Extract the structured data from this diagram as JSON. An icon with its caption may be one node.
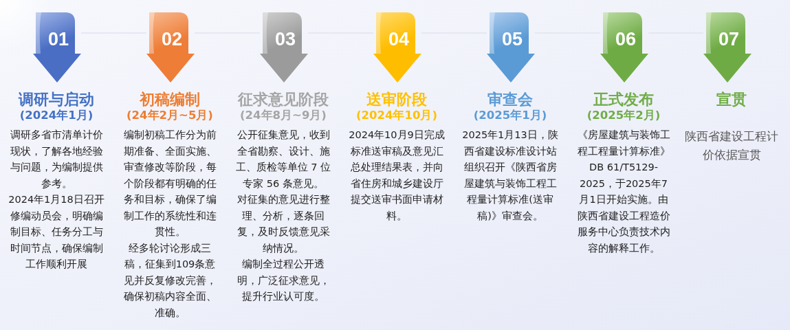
{
  "diagram": {
    "nodes": [
      {
        "text": [
          "01"
        ],
        "beside": [
          "调研与启动",
          "(2024年1月)",
          "调研多省市清单计价现状，了解各地经验与问题，为编制提供参考。",
          "2024年1月18日召开修编动员会，明确编制目标、任务分工与时间节点，确保编制工作顺利开展"
        ]
      },
      {
        "text": [
          "02"
        ],
        "beside": [
          "初稿编制",
          "(24年2月~5月)",
          "编制初稿工作分为前期准备、全面实施、审查修改等阶段，每个阶段都有明确的任务和目标，确保了编制工作的系统性和连贯性。",
          "经多轮讨论形成三稿，征集到109条意见并反复修改完善，确保初稿内容全面、准确。"
        ]
      },
      {
        "text": [
          "03"
        ],
        "beside": [
          "征求意见阶段",
          "(24年8月~9月)",
          "公开征集意见，收到全省勘察、设计、施工、质检等单位 7 位专家 56 条意见。",
          "对征集的意见进行整理、分析，逐条回复，及时反馈意见采纳情况。",
          "编制全过程公开透明，广泛征求意见，提升行业认可度。"
        ]
      },
      {
        "text": [
          "04"
        ],
        "beside": [
          "送审阶段",
          "(2024年10月)",
          "2024年10月9日完成标准送审稿及意见汇总处理结果表，并向省住房和城乡建设厅提交送审书面申请材料。"
        ]
      },
      {
        "text": [
          "05"
        ],
        "beside": [
          "审查会",
          "(2025年1月)",
          "2025年1月13日，陕西省建设标准设计站组织召开《陕西省房屋建筑与装饰工程工程量计算标准(送审稿)》审查会。"
        ]
      },
      {
        "text": [
          "06"
        ],
        "beside": [
          "正式发布",
          "(2025年2月)",
          "《房屋建筑与装饰工程工程量计算标准》DB 61/T5129-2025，于2025年7月1日开始实施。由陕西省建设工程造价服务中心负责技术内容的解释工作。"
        ]
      },
      {
        "text": [
          "07"
        ],
        "beside": [
          "宣贯",
          "陕西省建设工程计价依据宣贯"
        ]
      }
    ],
    "edges": [
      {
        "from": 0,
        "to": 1,
        "arrow": "none"
      },
      {
        "from": 1,
        "to": 2,
        "arrow": "none"
      },
      {
        "from": 2,
        "to": 3,
        "arrow": "none"
      },
      {
        "from": 3,
        "to": 4,
        "arrow": "none"
      },
      {
        "from": 4,
        "to": 5,
        "arrow": "none"
      },
      {
        "from": 5,
        "to": 6,
        "arrow": "none"
      }
    ]
  }
}
